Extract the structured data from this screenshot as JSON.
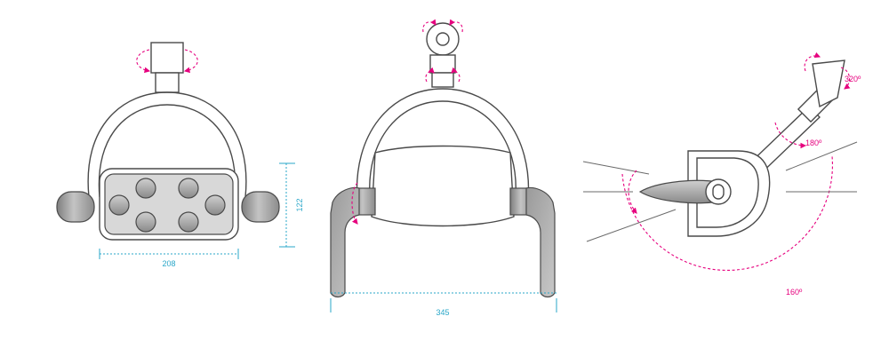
{
  "colors": {
    "dimension": "#2aa7c9",
    "rotation": "#e6007e",
    "outline": "#4a4a4a",
    "metal": "#a4a4a4"
  },
  "views": {
    "front": {
      "width_label": "208",
      "height_label": "122"
    },
    "rear": {
      "width_label": "345"
    },
    "side": {
      "arm_rotation_label": "320º",
      "joint_rotation_label": "180º",
      "head_tilt_label": "160º"
    }
  }
}
